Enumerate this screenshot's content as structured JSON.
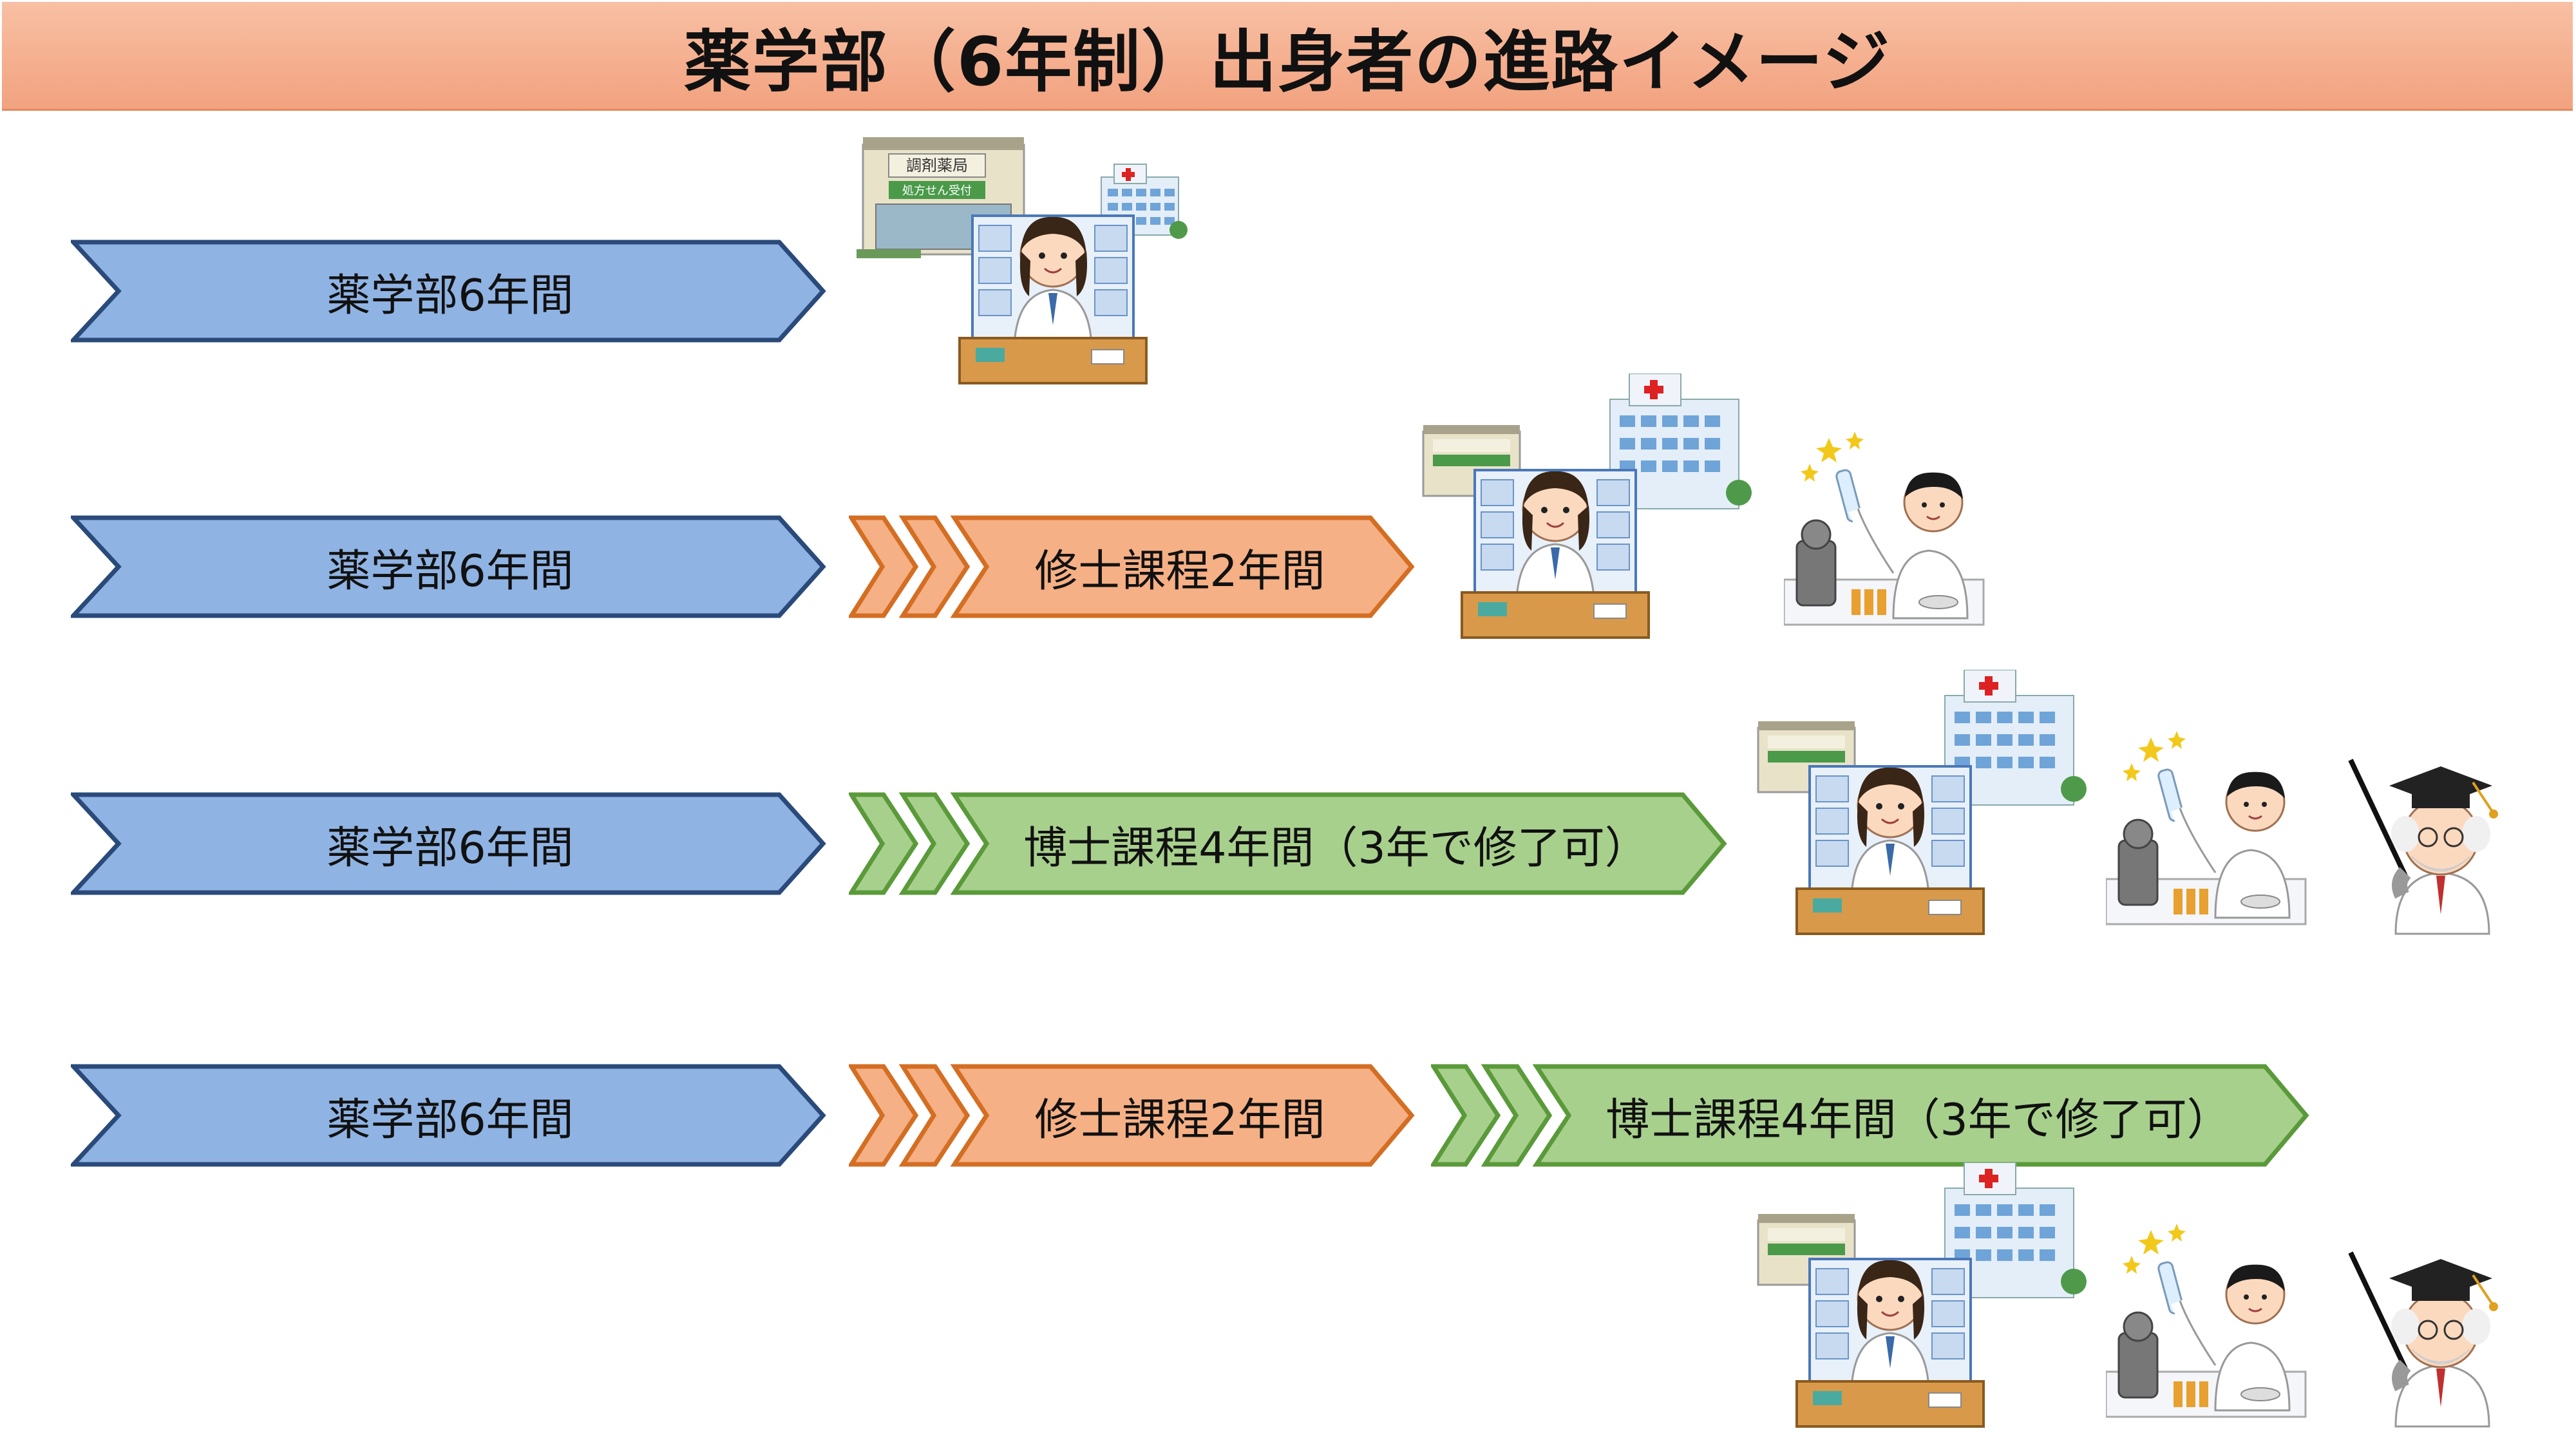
{
  "title": "薬学部（6年制）出身者の進路イメージ",
  "colors": {
    "title_bg": "#f5ad8c",
    "undergrad_fill": "#8fb3e3",
    "undergrad_stroke": "#2a4a7a",
    "master_fill": "#f5b085",
    "master_stroke": "#d46e23",
    "doctor_fill": "#a8d08d",
    "doctor_stroke": "#5a9a3a"
  },
  "rows": [
    {
      "stages": [
        {
          "type": "undergrad",
          "label": "薬学部6年間"
        }
      ],
      "careers": [
        "pharmacist-icon"
      ]
    },
    {
      "stages": [
        {
          "type": "undergrad",
          "label": "薬学部6年間"
        },
        {
          "type": "master",
          "label": "修士課程2年間"
        }
      ],
      "careers": [
        "pharmacist-icon",
        "researcher-icon"
      ]
    },
    {
      "stages": [
        {
          "type": "undergrad",
          "label": "薬学部6年間"
        },
        {
          "type": "doctor",
          "label": "博士課程4年間（3年で修了可）"
        }
      ],
      "careers": [
        "pharmacist-icon",
        "researcher-icon",
        "professor-icon"
      ]
    },
    {
      "stages": [
        {
          "type": "undergrad",
          "label": "薬学部6年間"
        },
        {
          "type": "master",
          "label": "修士課程2年間"
        },
        {
          "type": "doctor",
          "label": "博士課程4年間（3年で修了可）"
        }
      ],
      "careers": [
        "pharmacist-icon",
        "researcher-icon",
        "professor-icon"
      ]
    }
  ],
  "signs": {
    "pharmacy": "調剤薬局",
    "prescription": "処方せん受付"
  }
}
